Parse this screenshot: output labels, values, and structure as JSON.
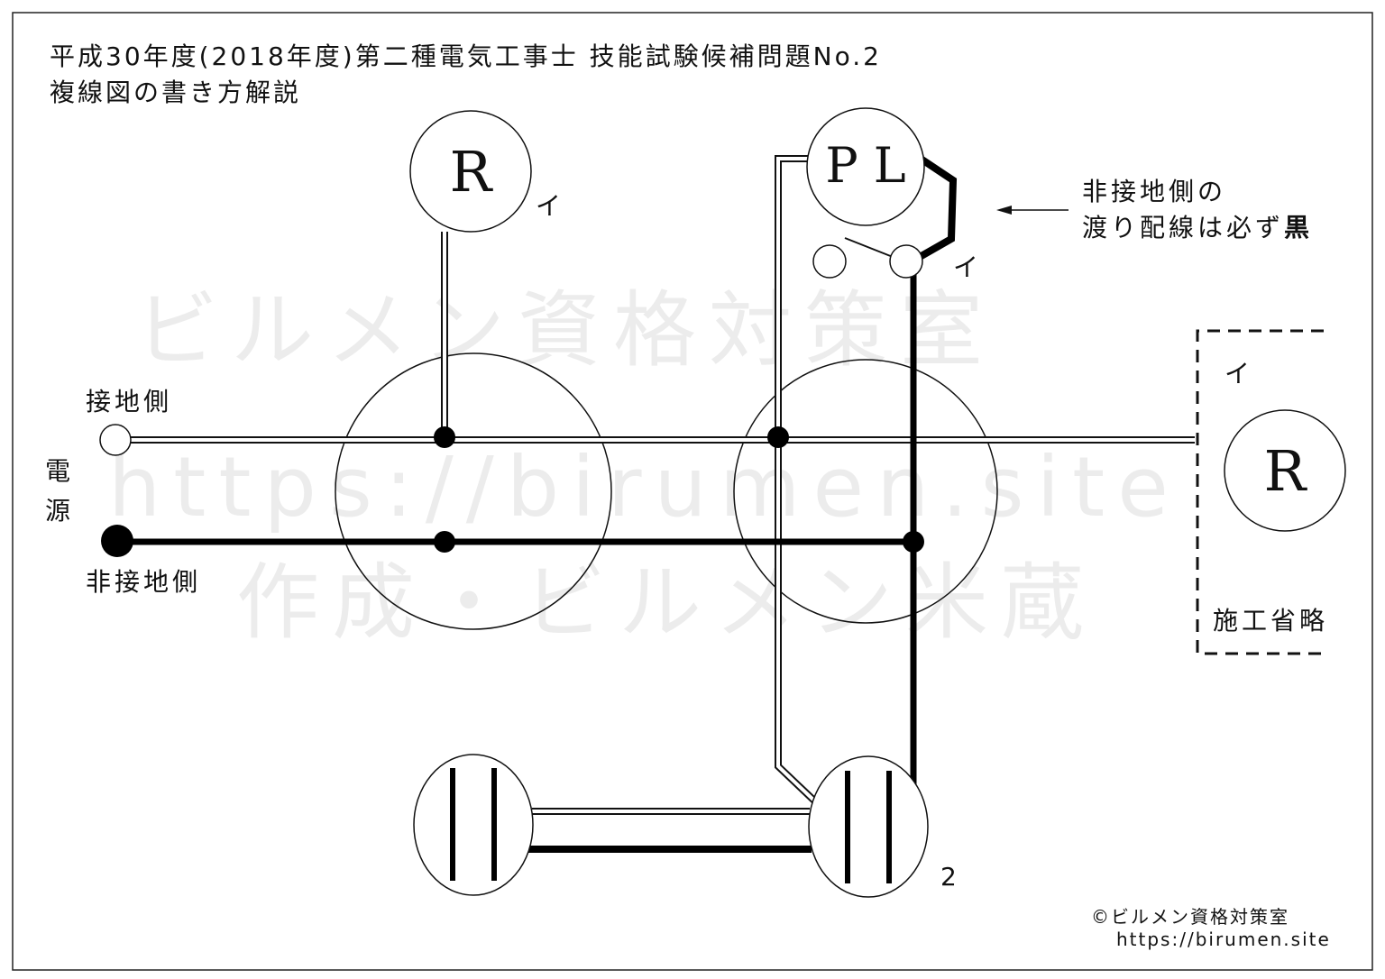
{
  "title": {
    "line1": "平成30年度(2018年度)第二種電気工事士 技能試験候補問題No.2",
    "line2": "複線図の書き方解説"
  },
  "watermark": {
    "line1": "ビルメン資格対策室",
    "line2": "https://birumen.site",
    "line3": "作成・ビルメン米蔵"
  },
  "power_source": {
    "label_top": "電",
    "label_bottom": "源",
    "ground_label": "接地側",
    "nonground_label": "非接地側"
  },
  "lamp_r1": {
    "symbol": "R",
    "mark": "イ"
  },
  "pilot_lamp": {
    "symbol": "P L",
    "switch_mark": "イ"
  },
  "lamp_r2": {
    "symbol": "R",
    "mark": "イ",
    "note": "施工省略"
  },
  "sleeve": {
    "count_label": "2"
  },
  "annotation": {
    "line1": "非接地側の",
    "line2": "渡り配線は必ず",
    "emphasis": "黒"
  },
  "footer": {
    "copyright": "©ビルメン資格対策室",
    "url": "https://birumen.site"
  }
}
